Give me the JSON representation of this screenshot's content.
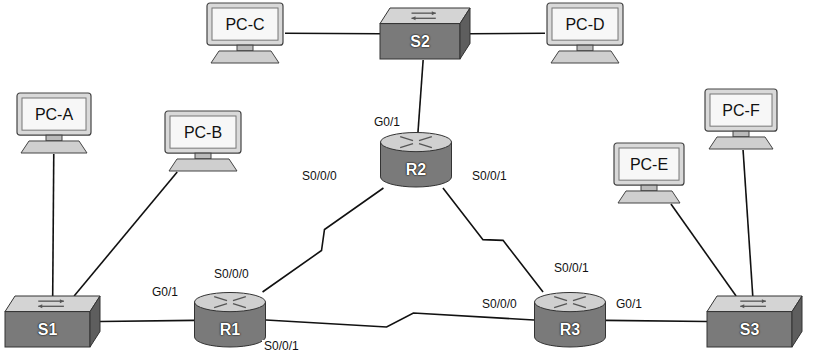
{
  "diagram": {
    "nodes": [
      {
        "text": [
          "PC-C"
        ]
      },
      {
        "text": [
          "S2"
        ]
      },
      {
        "text": [
          "PC-D"
        ]
      },
      {
        "text": [
          "R2"
        ]
      },
      {
        "text": [
          "PC-F"
        ]
      },
      {
        "text": [
          "PC-A"
        ]
      },
      {
        "text": [
          "PC-B"
        ]
      },
      {
        "text": [
          "PC-E"
        ]
      },
      {
        "text": [
          "S1"
        ]
      },
      {
        "text": [
          "R1"
        ]
      },
      {
        "text": [
          "R3"
        ]
      },
      {
        "text": [
          "S3"
        ]
      }
    ],
    "edges": [
      {
        "from": 0,
        "to": 1,
        "arrow": "none"
      },
      {
        "from": 1,
        "to": 2,
        "arrow": "none"
      },
      {
        "from": 1,
        "to": 3,
        "arrow": "none"
      },
      {
        "from": 3,
        "to": 9,
        "arrow": "none"
      },
      {
        "from": 3,
        "to": 10,
        "arrow": "none"
      },
      {
        "from": 9,
        "to": 10,
        "arrow": "none"
      },
      {
        "from": 5,
        "to": 8,
        "arrow": "none"
      },
      {
        "from": 6,
        "to": 8,
        "arrow": "none"
      },
      {
        "from": 8,
        "to": 9,
        "arrow": "none"
      },
      {
        "from": 10,
        "to": 11,
        "arrow": "none"
      },
      {
        "from": 7,
        "to": 11,
        "arrow": "none"
      },
      {
        "from": 4,
        "to": 11,
        "arrow": "none"
      }
    ],
    "labels": [
      "G0/1",
      "S0/0/0",
      "S0/0/1",
      "S0/0/0",
      "G0/1",
      "S0/0/1",
      "S0/0/1",
      "S0/0/0",
      "G0/1"
    ]
  }
}
